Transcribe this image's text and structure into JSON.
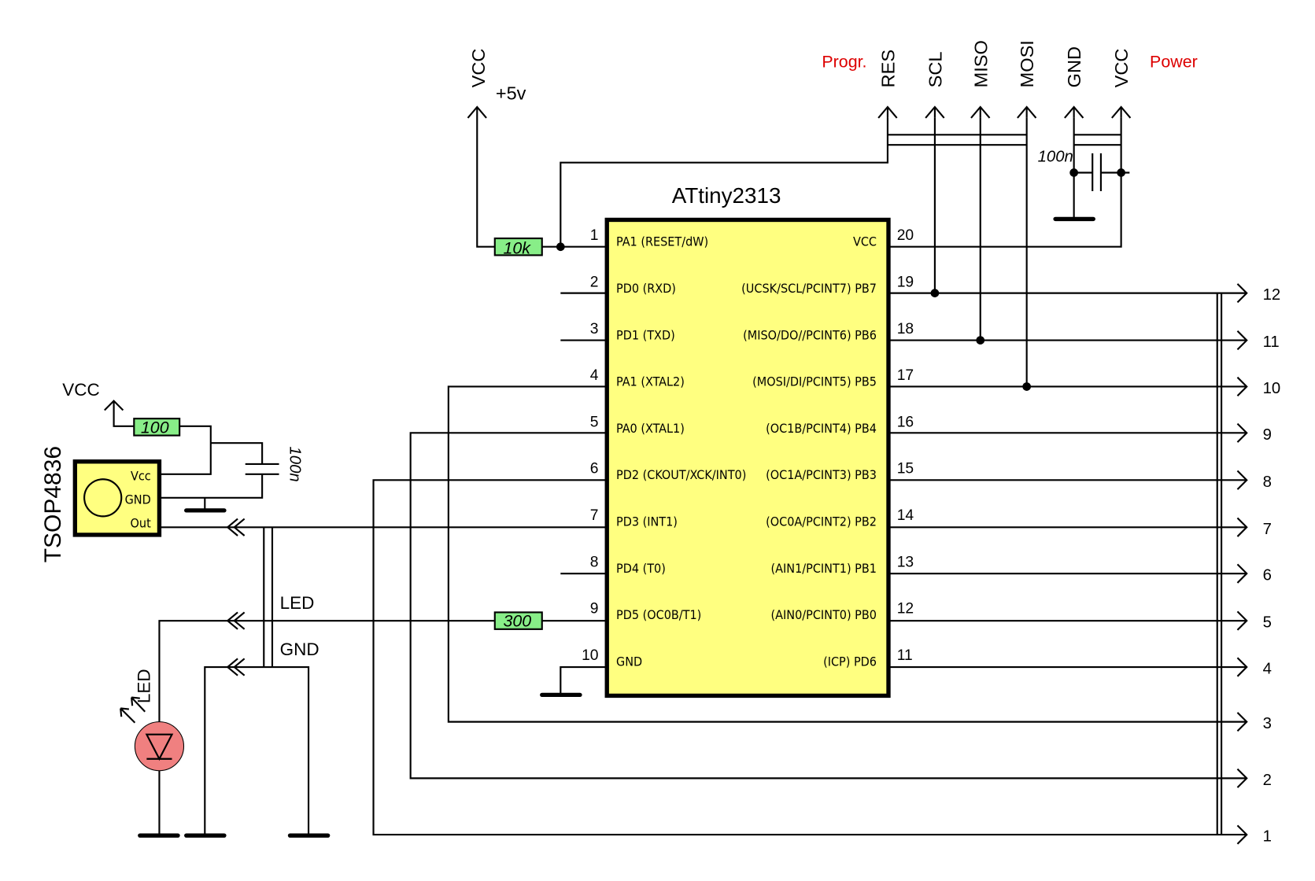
{
  "chip": {
    "name": "ATtiny2313",
    "fill": "#ffff80",
    "left_pins": [
      {
        "num": "1",
        "label": "PA1 (RESET/dW)"
      },
      {
        "num": "2",
        "label": "PD0 (RXD)"
      },
      {
        "num": "3",
        "label": "PD1 (TXD)"
      },
      {
        "num": "4",
        "label": "PA1 (XTAL2)"
      },
      {
        "num": "5",
        "label": "PA0 (XTAL1)"
      },
      {
        "num": "6",
        "label": "PD2 (CKOUT/XCK/INT0)"
      },
      {
        "num": "7",
        "label": "PD3 (INT1)"
      },
      {
        "num": "8",
        "label": "PD4 (T0)"
      },
      {
        "num": "9",
        "label": "PD5 (OC0B/T1)"
      },
      {
        "num": "10",
        "label": "GND"
      }
    ],
    "right_pins": [
      {
        "num": "20",
        "label": "VCC"
      },
      {
        "num": "19",
        "label": "(UCSK/SCL/PCINT7) PB7"
      },
      {
        "num": "18",
        "label": "(MISO/DO//PCINT6) PB6"
      },
      {
        "num": "17",
        "label": "(MOSI/DI/PCINT5) PB5"
      },
      {
        "num": "16",
        "label": "(OC1B/PCINT4) PB4"
      },
      {
        "num": "15",
        "label": "(OC1A/PCINT3) PB3"
      },
      {
        "num": "14",
        "label": "(OC0A/PCINT2) PB2"
      },
      {
        "num": "13",
        "label": "(AIN1/PCINT1) PB1"
      },
      {
        "num": "12",
        "label": "(AIN0/PCINT0) PB0"
      },
      {
        "num": "11",
        "label": "(ICP) PD6"
      }
    ]
  },
  "power": {
    "vcc_label": "VCC",
    "voltage_label": "+5v",
    "reset_resistor": "10k"
  },
  "programming_header": {
    "title": "Progr.",
    "power_title": "Power",
    "title_color": "#dd0000",
    "pins": [
      "RES",
      "SCL",
      "MISO",
      "MOSI",
      "GND",
      "VCC"
    ],
    "decoupling_cap": "100n"
  },
  "ir_receiver": {
    "name": "TSOP4836",
    "pins": [
      "Vcc",
      "GND",
      "Out"
    ],
    "vcc_label": "VCC",
    "resistor": "100",
    "cap": "100n",
    "fill": "#ffff80"
  },
  "led_section": {
    "net_led": "LED",
    "net_gnd": "GND",
    "led_label": "LED",
    "led_label_color": "#dd0000",
    "led_fill": "#f08080",
    "resistor": "300"
  },
  "output_connector": {
    "pins": [
      "12",
      "11",
      "10",
      "9",
      "8",
      "7",
      "6",
      "5",
      "4",
      "3",
      "2",
      "1"
    ]
  }
}
